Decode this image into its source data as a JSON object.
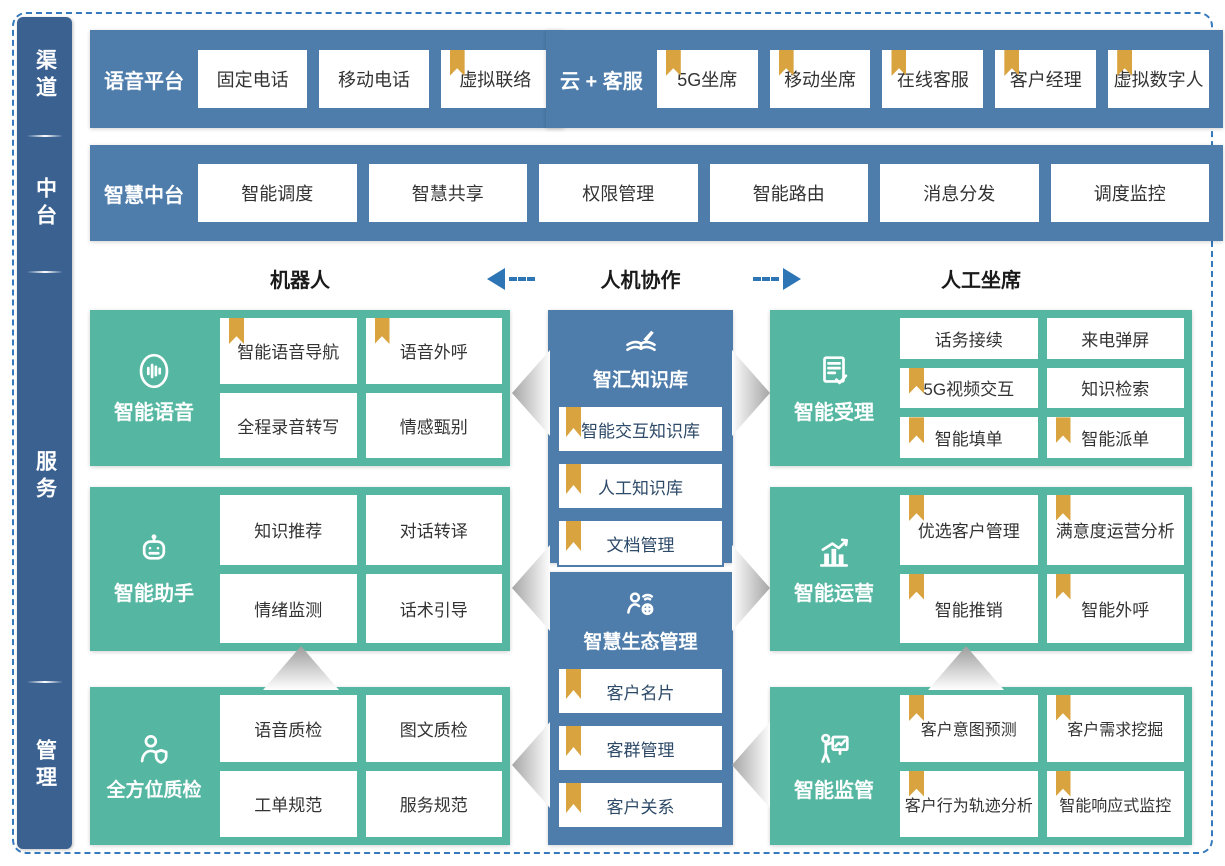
{
  "colors": {
    "rail": "#3b6191",
    "block_blue": "#4e7dac",
    "block_green": "#55b7a2",
    "bookmark": "#d9a440",
    "flow_arrow": "#2e75b6",
    "frame_border": "#3779bd",
    "card_text": "#333333"
  },
  "rail": {
    "sections": [
      {
        "label": "渠道"
      },
      {
        "label": "中台"
      },
      {
        "label": "服务"
      },
      {
        "label": "管理"
      }
    ]
  },
  "channels": {
    "voice_platform": {
      "title": "语音平台",
      "items": [
        {
          "label": "固定电话",
          "bookmark": false
        },
        {
          "label": "移动电话",
          "bookmark": false
        },
        {
          "label": "虚拟联络",
          "bookmark": true
        }
      ]
    },
    "cloud_service": {
      "title": "云 + 客服",
      "items": [
        {
          "label": "5G坐席",
          "bookmark": true
        },
        {
          "label": "移动坐席",
          "bookmark": true
        },
        {
          "label": "在线客服",
          "bookmark": true
        },
        {
          "label": "客户经理",
          "bookmark": true
        },
        {
          "label": "虚拟数字人",
          "bookmark": true
        }
      ]
    }
  },
  "midplatform": {
    "title": "智慧中台",
    "items": [
      {
        "label": "智能调度",
        "bookmark": false
      },
      {
        "label": "智慧共享",
        "bookmark": false
      },
      {
        "label": "权限管理",
        "bookmark": false
      },
      {
        "label": "智能路由",
        "bookmark": false
      },
      {
        "label": "消息分发",
        "bookmark": false
      },
      {
        "label": "调度监控",
        "bookmark": false
      }
    ]
  },
  "collab": {
    "left": "机器人",
    "center": "人机协作",
    "right": "人工坐席"
  },
  "service": {
    "left": [
      {
        "title": "智能语音",
        "icon": "voice-icon",
        "items": [
          {
            "label": "智能语音导航",
            "bookmark": true
          },
          {
            "label": "语音外呼",
            "bookmark": true
          },
          {
            "label": "全程录音转写",
            "bookmark": false
          },
          {
            "label": "情感甄别",
            "bookmark": false
          }
        ]
      },
      {
        "title": "智能助手",
        "icon": "robot-icon",
        "items": [
          {
            "label": "知识推荐",
            "bookmark": false
          },
          {
            "label": "对话转译",
            "bookmark": false
          },
          {
            "label": "情绪监测",
            "bookmark": false
          },
          {
            "label": "话术引导",
            "bookmark": false
          }
        ]
      },
      {
        "title": "全方位质检",
        "icon": "inspector-icon",
        "items": [
          {
            "label": "语音质检",
            "bookmark": false
          },
          {
            "label": "图文质检",
            "bookmark": false
          },
          {
            "label": "工单规范",
            "bookmark": false
          },
          {
            "label": "服务规范",
            "bookmark": false
          }
        ]
      }
    ],
    "center": [
      {
        "title": "智汇知识库",
        "icon": "knowledge-book-icon",
        "items": [
          {
            "label": "智能交互知识库",
            "bookmark": true
          },
          {
            "label": "人工知识库",
            "bookmark": true
          },
          {
            "label": "文档管理",
            "bookmark": true
          }
        ]
      },
      {
        "title": "智慧生态管理",
        "icon": "ecosystem-icon",
        "items": [
          {
            "label": "客户名片",
            "bookmark": true
          },
          {
            "label": "客群管理",
            "bookmark": true
          },
          {
            "label": "客户关系",
            "bookmark": true
          }
        ]
      }
    ],
    "right": [
      {
        "title": "智能受理",
        "icon": "doc-check-icon",
        "items": [
          {
            "label": "话务接续",
            "bookmark": false
          },
          {
            "label": "来电弹屏",
            "bookmark": false
          },
          {
            "label": "5G视频交互",
            "bookmark": true
          },
          {
            "label": "知识检索",
            "bookmark": false
          },
          {
            "label": "智能填单",
            "bookmark": true
          },
          {
            "label": "智能派单",
            "bookmark": true
          }
        ]
      },
      {
        "title": "智能运营",
        "icon": "chart-up-icon",
        "items": [
          {
            "label": "优选客户管理",
            "bookmark": true
          },
          {
            "label": "满意度运营分析",
            "bookmark": true
          },
          {
            "label": "智能推销",
            "bookmark": true
          },
          {
            "label": "智能外呼",
            "bookmark": true
          }
        ]
      },
      {
        "title": "智能监管",
        "icon": "supervision-icon",
        "items": [
          {
            "label": "客户意图预测",
            "bookmark": true
          },
          {
            "label": "客户需求挖掘",
            "bookmark": true
          },
          {
            "label": "客户行为轨迹分析",
            "bookmark": true
          },
          {
            "label": "智能响应式监控",
            "bookmark": true
          }
        ]
      }
    ]
  }
}
